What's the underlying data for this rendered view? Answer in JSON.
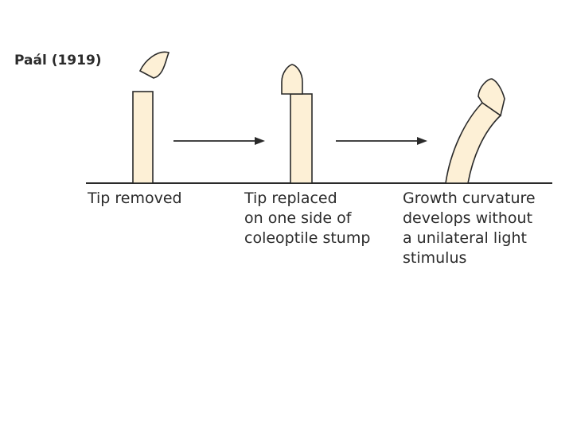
{
  "title": "Paál (1919)",
  "colors": {
    "tissue_fill": "#fdf0d6",
    "outline": "#2a2a2a",
    "text": "#2b2b2b",
    "background": "#ffffff"
  },
  "panels": [
    {
      "caption_lines": [
        "Tip removed"
      ]
    },
    {
      "caption_lines": [
        "Tip replaced",
        "on one side of",
        "coleoptile stump"
      ]
    },
    {
      "caption_lines": [
        "Growth curvature",
        "develops without",
        "a unilateral light",
        "stimulus"
      ]
    }
  ]
}
